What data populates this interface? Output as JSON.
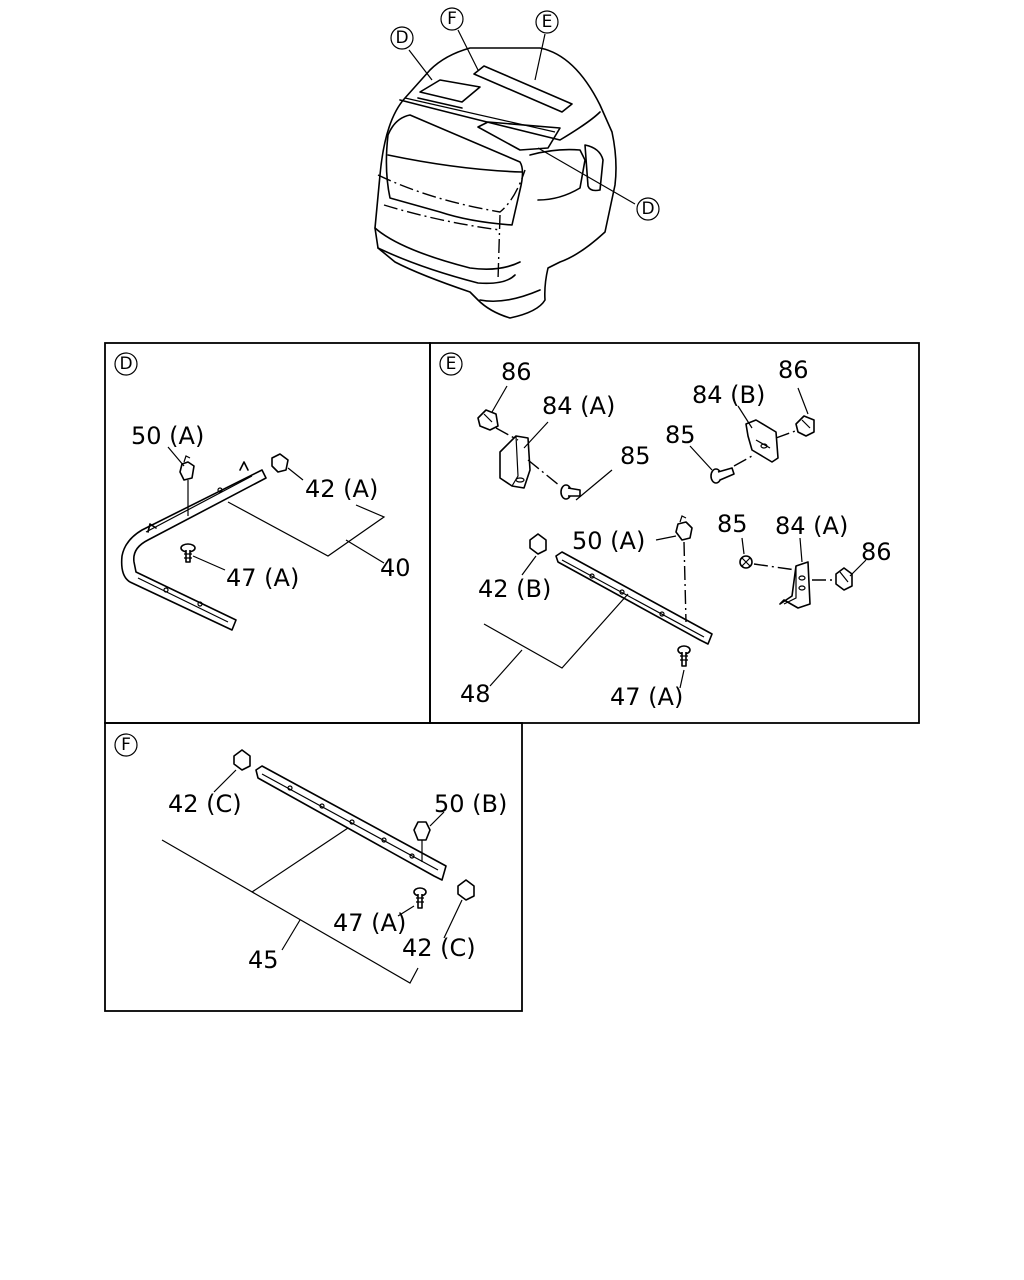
{
  "view_markers": {
    "d_top_left": "D",
    "f_top": "F",
    "e_top": "E",
    "d_right": "D"
  },
  "panels": {
    "d": {
      "marker": "D",
      "labels": {
        "clip_50a": "50 (A)",
        "nut_42a": "42 (A)",
        "screw_47a": "47 (A)",
        "assembly_40": "40"
      }
    },
    "e": {
      "marker": "E",
      "labels": {
        "clip_86_left": "86",
        "bracket_84a_top": "84 (A)",
        "screw_85_top_left": "85",
        "bracket_84b": "84 (B)",
        "clip_86_top_right": "86",
        "screw_85_top_right": "85",
        "clip_50a": "50 (A)",
        "nut_42b": "42 (B)",
        "screw_85_lower": "85",
        "bracket_84a_lower": "84 (A)",
        "clip_86_lower": "86",
        "assembly_48": "48",
        "screw_47a": "47 (A)"
      }
    },
    "f": {
      "marker": "F",
      "labels": {
        "nut_42c_top": "42 (C)",
        "clip_50b": "50 (B)",
        "screw_47a": "47 (A)",
        "nut_42c_bottom": "42 (C)",
        "assembly_45": "45"
      }
    }
  }
}
